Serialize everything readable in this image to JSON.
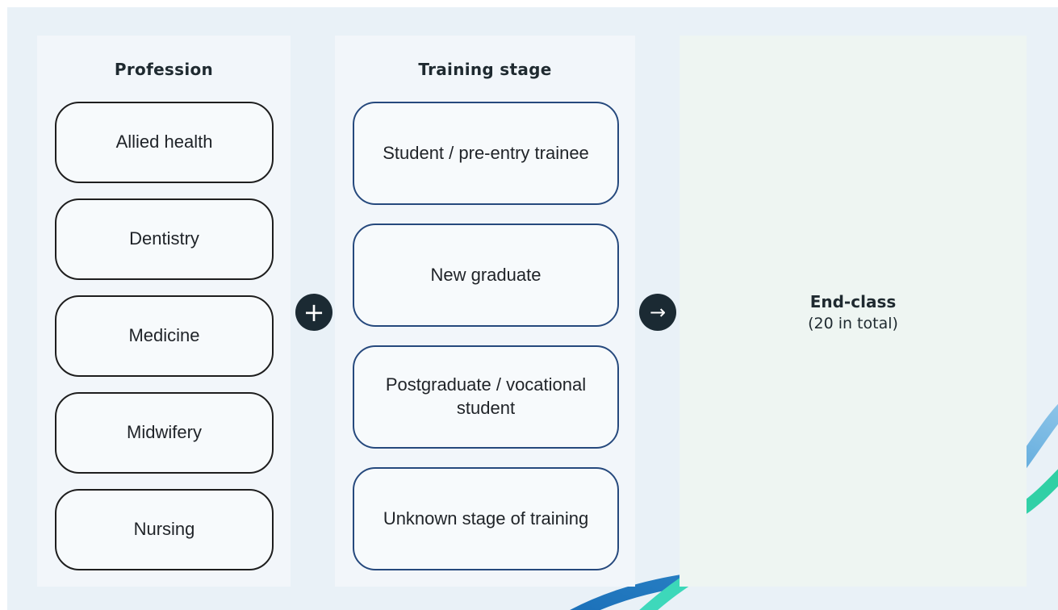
{
  "profession": {
    "title": "Profession",
    "items": [
      "Allied health",
      "Dentistry",
      "Medicine",
      "Midwifery",
      "Nursing"
    ]
  },
  "stage": {
    "title": "Training stage",
    "items": [
      "Student / pre-entry trainee",
      "New graduate",
      "Postgraduate / vocational student",
      "Unknown stage of training"
    ]
  },
  "operators": {
    "plus": "+",
    "arrow": "→"
  },
  "end": {
    "title": "End-class",
    "subtitle": "(20 in total)"
  },
  "colors": {
    "background": "#e9f1f7",
    "profession_border": "#1e1e1e",
    "stage_border": "#26497d",
    "wave_blue": "#2a86c8",
    "wave_teal": "#34d3ae"
  }
}
